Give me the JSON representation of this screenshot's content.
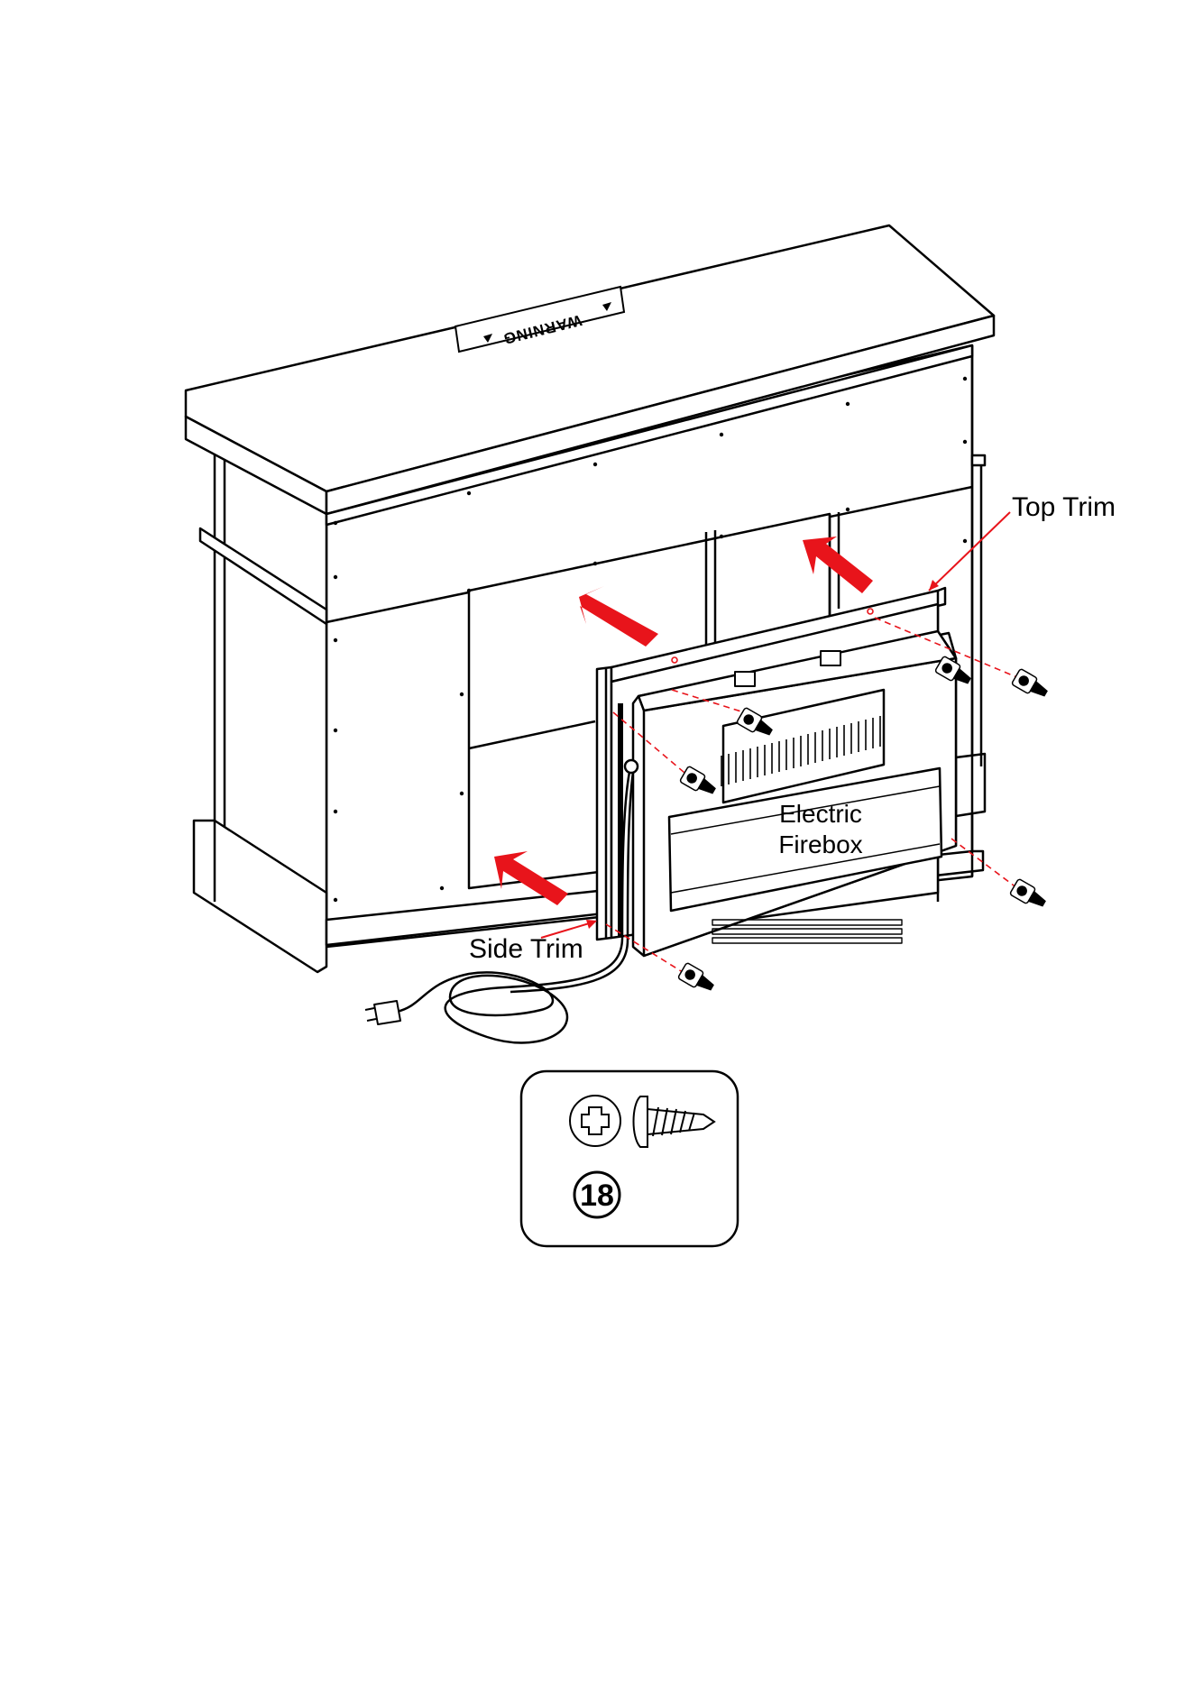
{
  "labels": {
    "warning_sticker": "WARNING",
    "top_trim": "Top Trim",
    "side_trim": "Side Trim",
    "firebox_line1": "Electric",
    "firebox_line2": "Firebox"
  },
  "hardware": {
    "part_number": "18",
    "part_name": "screw"
  },
  "colors": {
    "arrow": "#e8141b",
    "callout_line": "#e8141b",
    "outline": "#000000"
  }
}
